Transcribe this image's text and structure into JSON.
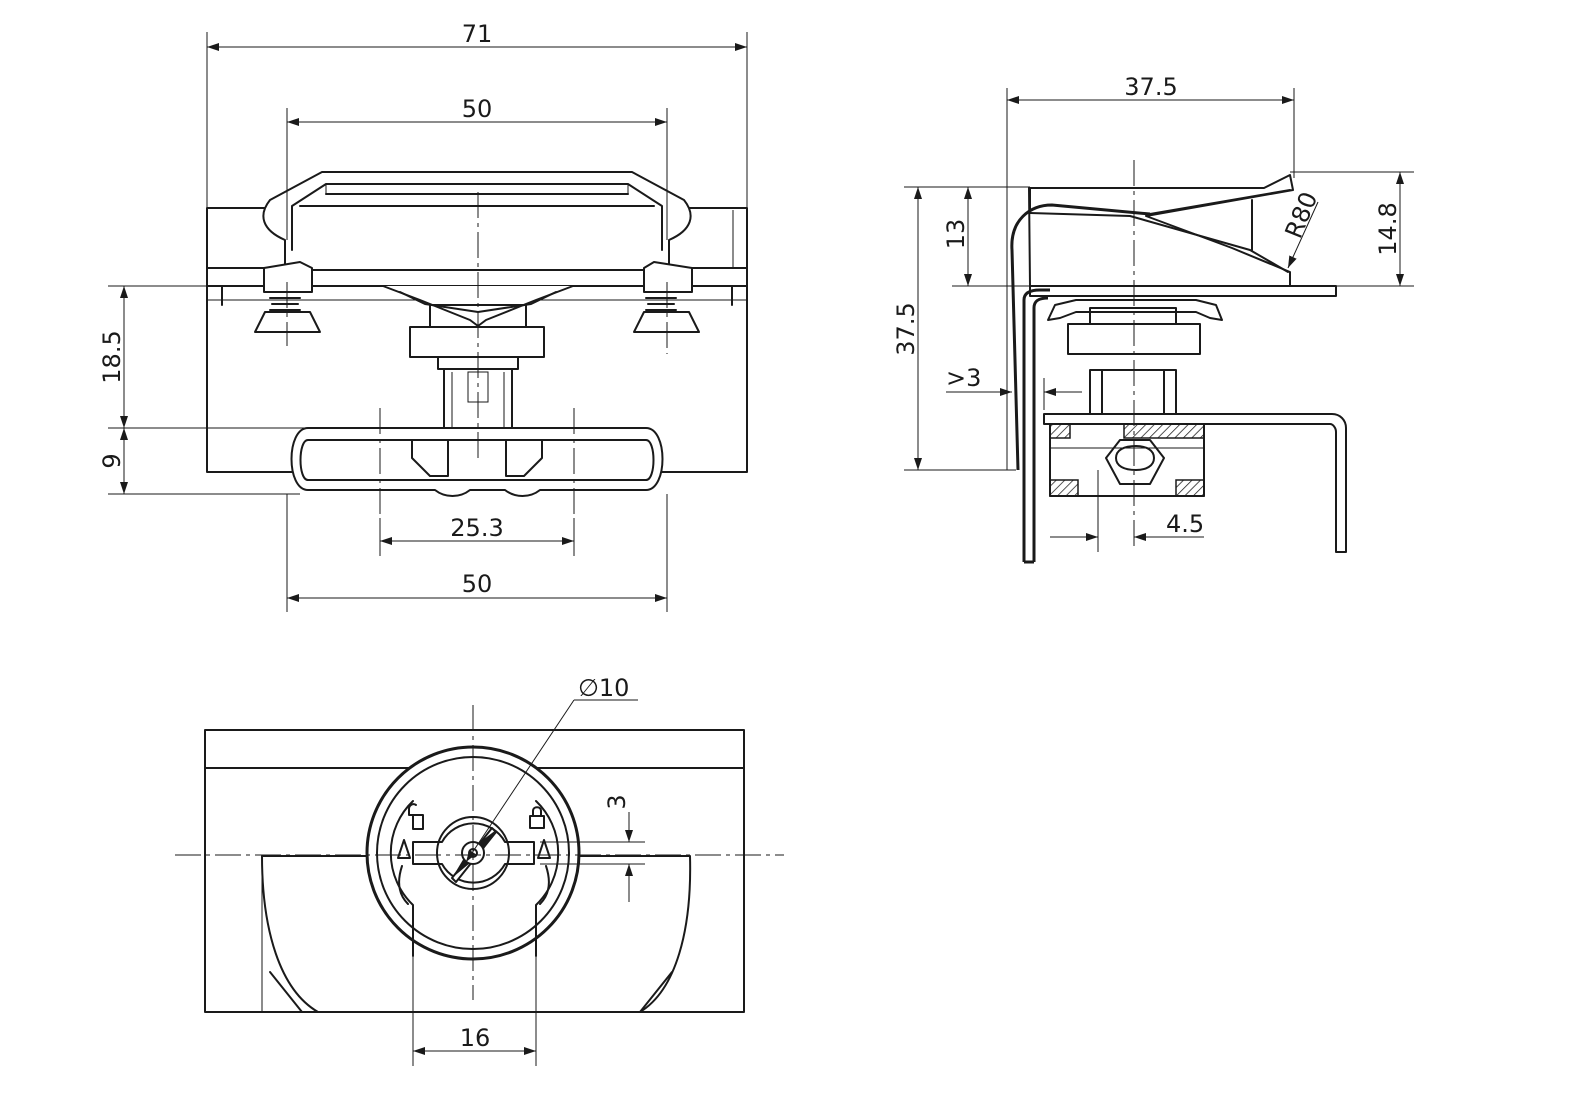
{
  "dimensions": {
    "front_overall_width": "71",
    "front_handle_width": "50",
    "front_height_upper": "18.5",
    "front_height_lower": "9",
    "front_slot_spacing": "25.3",
    "front_bottom_width": "50",
    "side_width": "37.5",
    "side_height_13": "13",
    "side_height_14_8": "14.8",
    "side_overall_height": "37.5",
    "side_min_thickness": ">3",
    "side_radius": "R80",
    "side_offset": "4.5",
    "bottom_diameter": "∅10",
    "bottom_offset": "3",
    "bottom_width": "16"
  },
  "icons": {
    "unlocked": "unlock-icon",
    "locked": "padlock-icon"
  }
}
